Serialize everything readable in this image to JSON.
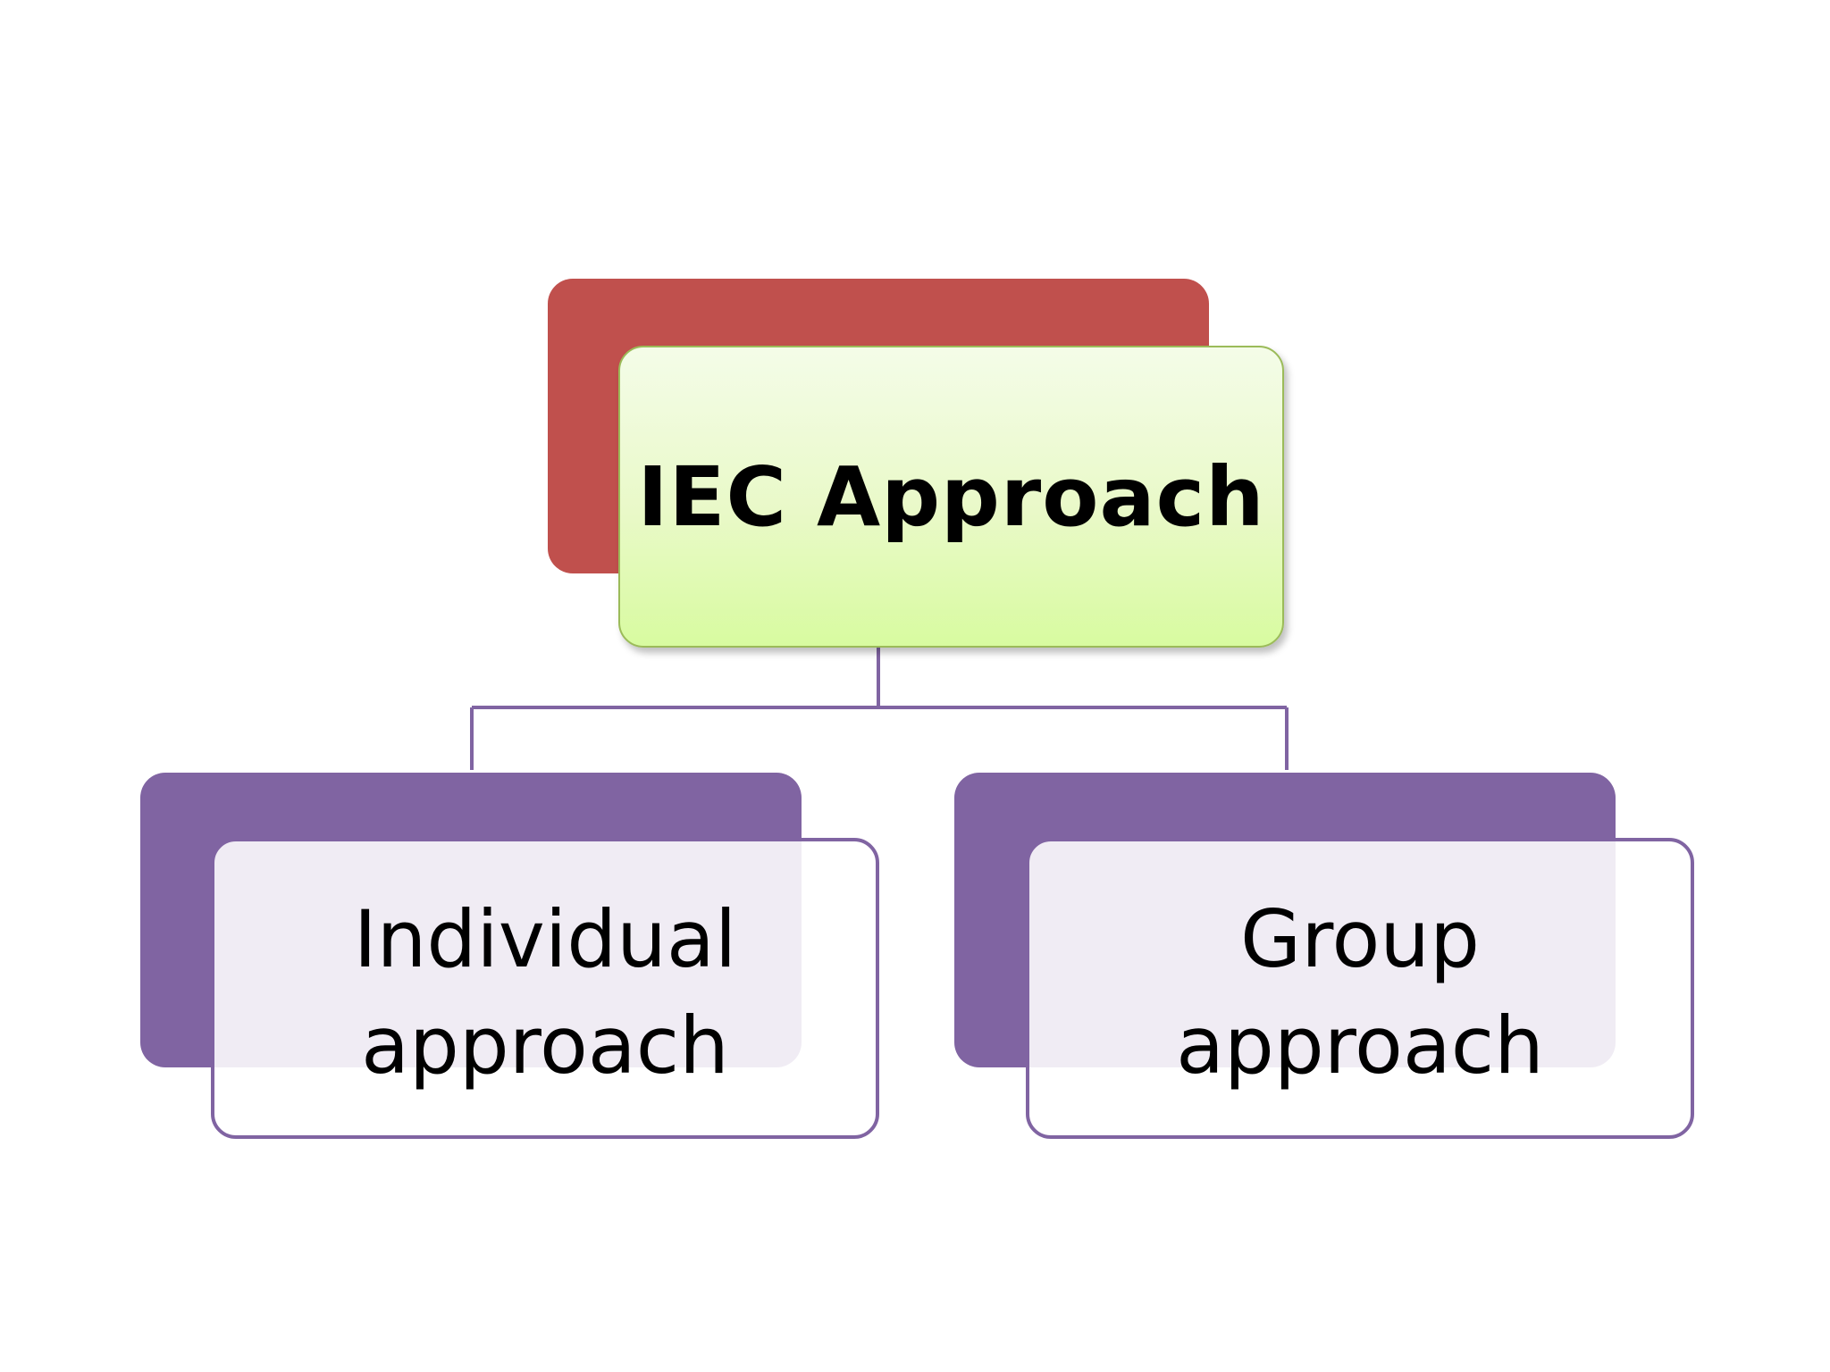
{
  "diagram": {
    "root": {
      "label": "IEC Approach",
      "back_color": "#c0504d",
      "border_color": "#9bbb59"
    },
    "children": [
      {
        "label": "Individual\napproach",
        "back_color": "#8064a2",
        "border_color": "#8064a2"
      },
      {
        "label": "Group\napproach",
        "back_color": "#8064a2",
        "border_color": "#8064a2"
      }
    ],
    "connector_color": "#8064a2"
  }
}
